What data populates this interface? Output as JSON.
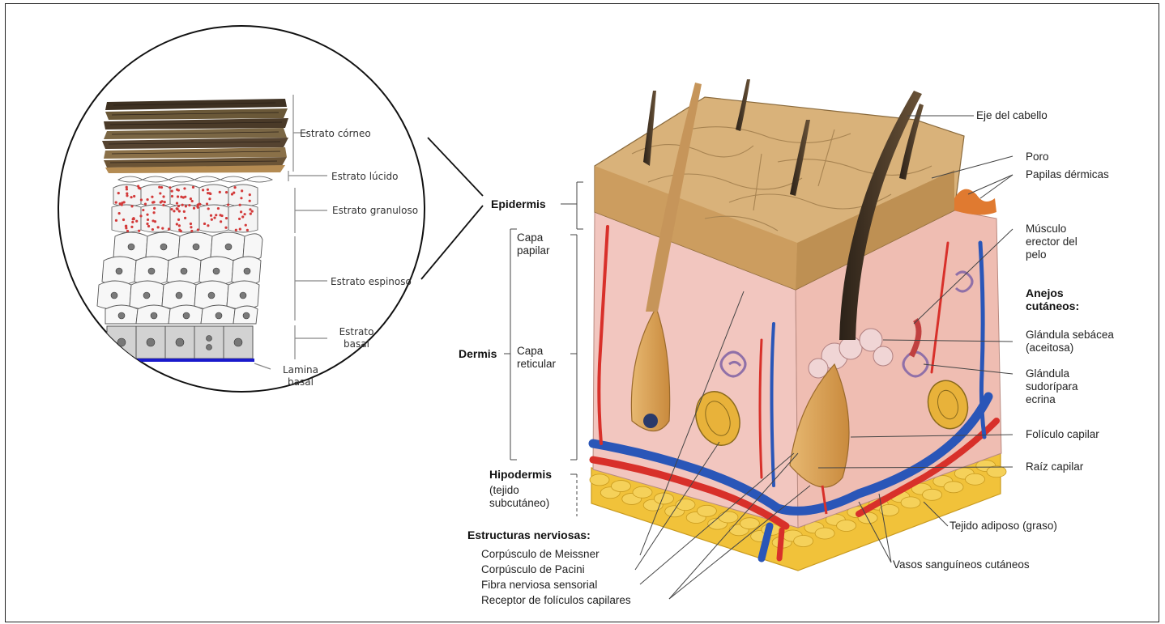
{
  "inset": {
    "labels": {
      "corneo": "Estrato córneo",
      "lucido": "Estrato lúcido",
      "granuloso": "Estrato granuloso",
      "espinoso": "Estrato espinoso",
      "basal": "Estrato basal",
      "lamina": "Lamina basal"
    },
    "colors": {
      "circle": "#111111",
      "lamina": "#1a1acc",
      "granules": "#d33a3a"
    }
  },
  "regions": {
    "epidermis": "Epidermis",
    "dermis": "Dermis",
    "capa_papilar": "Capa papilar",
    "capa_reticular": "Capa reticular",
    "hipodermis": "Hipodermis",
    "hipodermis_sub": "(tejido subcutáneo)"
  },
  "right_labels": {
    "eje": "Eje del cabello",
    "poro": "Poro",
    "papilas": "Papilas dérmicas",
    "musculo": "Músculo erector del pelo",
    "anejos": "Anejos cutáneos:",
    "sebacea": "Glándula sebácea (aceitosa)",
    "sudoripara": "Glándula sudorípara ecrina",
    "foliculo": "Folículo capilar",
    "raiz": "Raíz capilar",
    "adiposo": "Tejido adiposo (graso)",
    "vasos": "Vasos sanguíneos cutáneos"
  },
  "nerve": {
    "heading": "Estructuras nerviosas:",
    "items": [
      "Corpúsculo de Meissner",
      "Corpúsculo de Pacini",
      "Fibra nerviosa sensorial",
      "Receptor de folículos capilares"
    ]
  },
  "colors": {
    "skin_top": "#d9b27a",
    "dermis": "#f2c6bf",
    "fat": "#f1c23a",
    "vein": "#2a56b8",
    "artery": "#d8302a",
    "hair": "#4a3a28"
  }
}
